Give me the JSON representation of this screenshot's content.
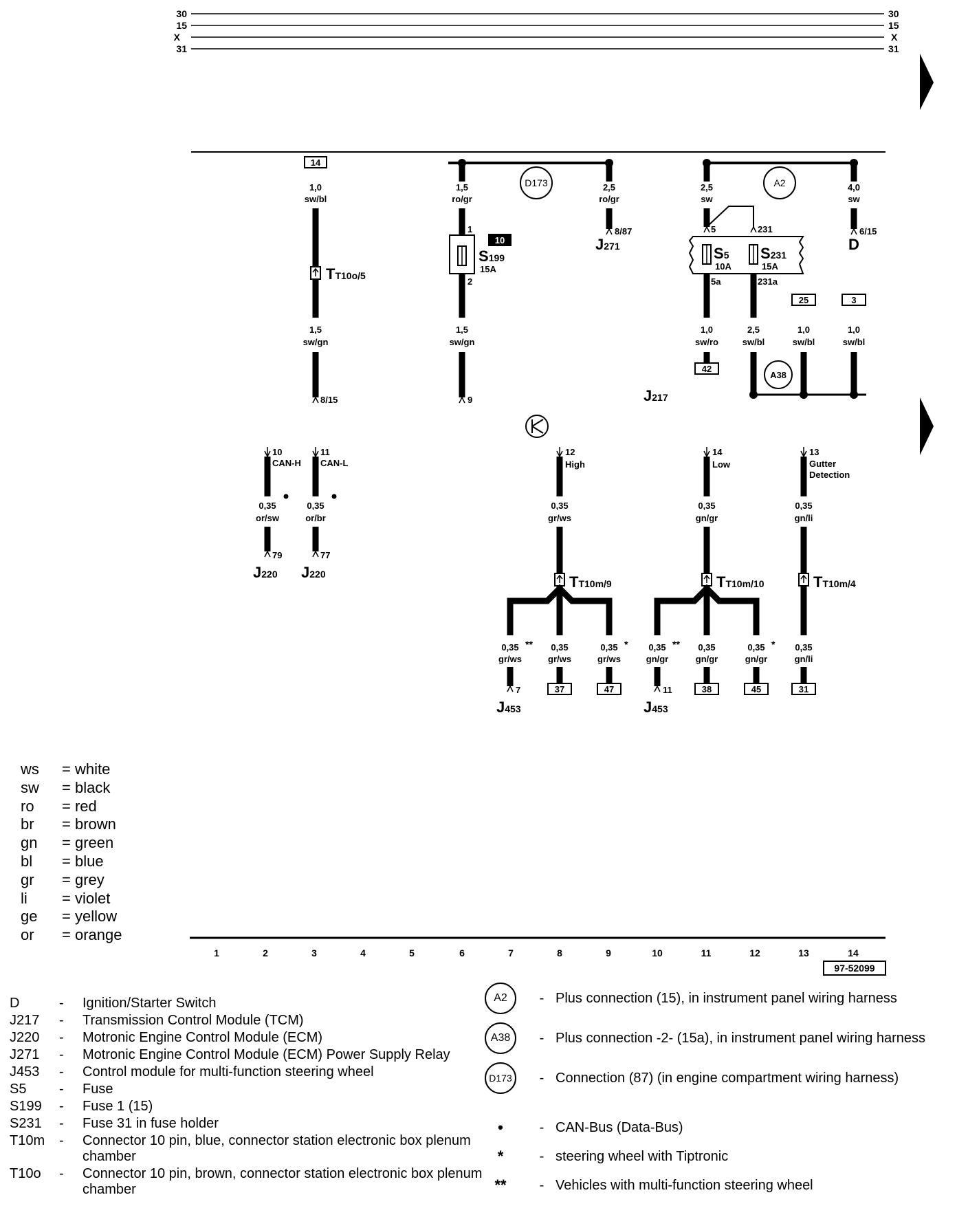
{
  "bus": {
    "lines": [
      "30",
      "15",
      "X",
      "31"
    ]
  },
  "wires": {
    "w14": {
      "term": "14",
      "size1": "1,0",
      "color1": "sw/bl",
      "conn": "T10o/5",
      "size2": "1,5",
      "color2": "sw/gn",
      "end": "8/15"
    },
    "d173": {
      "node": "D173",
      "left_size": "1,5",
      "left_color": "ro/gr",
      "right_size": "2,5",
      "right_color": "ro/gr",
      "right_pin": "8/87",
      "right_comp": "J271"
    },
    "fuse_s199": {
      "badge": "10",
      "name": "S199",
      "rating": "15A",
      "pin_in": "1",
      "pin_out": "2",
      "size": "1,5",
      "color": "sw/gn",
      "end": "9"
    },
    "a2": {
      "node": "A2",
      "left_size": "2,5",
      "left_color": "sw",
      "right_size": "4,0",
      "right_color": "sw",
      "right_pin": "6/15",
      "right_comp": "D"
    },
    "fuse_s5": {
      "name": "S5",
      "rating": "10A",
      "pin_in": "5",
      "pin_out": "5a",
      "size": "1,0",
      "color": "sw/ro",
      "term": "42"
    },
    "fuse_s231": {
      "name": "S231",
      "rating": "15A",
      "pin_in": "231",
      "pin_out": "231a",
      "size": "2,5",
      "color": "sw/bl"
    },
    "t25": {
      "term": "25",
      "size": "1,0",
      "color": "sw/bl"
    },
    "t3": {
      "term": "3",
      "size": "1,0",
      "color": "sw/bl"
    },
    "a38": {
      "node": "A38"
    },
    "j217": {
      "name": "J217"
    }
  },
  "lower": {
    "can_h": {
      "pin": "10",
      "label": "CAN-H",
      "size": "0,35",
      "color": "or/sw",
      "end": "79",
      "comp": "J220"
    },
    "can_l": {
      "pin": "11",
      "label": "CAN-L",
      "size": "0,35",
      "color": "or/br",
      "end": "77",
      "comp": "J220"
    },
    "high": {
      "pin": "12",
      "label": "High",
      "size": "0,35",
      "color": "gr/ws",
      "conn": "T10m/9",
      "b1": {
        "size": "0,35",
        "mark": "**",
        "color": "gr/ws",
        "end": "7",
        "comp": "J453"
      },
      "b2": {
        "size": "0,35",
        "color": "gr/ws",
        "term": "37"
      },
      "b3": {
        "size": "0,35",
        "mark": "*",
        "color": "gr/ws",
        "term": "47"
      }
    },
    "low": {
      "pin": "14",
      "label": "Low",
      "size": "0,35",
      "color": "gn/gr",
      "conn": "T10m/10",
      "b1": {
        "size": "0,35",
        "mark": "**",
        "color": "gn/gr",
        "end": "11",
        "comp": "J453"
      },
      "b2": {
        "size": "0,35",
        "color": "gn/gr",
        "term": "38"
      },
      "b3": {
        "size": "0,35",
        "mark": "*",
        "color": "gn/gr",
        "term": "45"
      }
    },
    "gutter": {
      "pin": "13",
      "label1": "Gutter",
      "label2": "Detection",
      "size": "0,35",
      "color": "gn/li",
      "conn": "T10m/4",
      "size2": "0,35",
      "color2": "gn/li",
      "term": "31"
    }
  },
  "scale": {
    "numbers": [
      "1",
      "2",
      "3",
      "4",
      "5",
      "6",
      "7",
      "8",
      "9",
      "10",
      "11",
      "12",
      "13",
      "14"
    ],
    "ref": "97-52099"
  },
  "color_legend": [
    {
      "code": "ws",
      "name": "= white"
    },
    {
      "code": "sw",
      "name": "= black"
    },
    {
      "code": "ro",
      "name": "= red"
    },
    {
      "code": "br",
      "name": "= brown"
    },
    {
      "code": "gn",
      "name": "= green"
    },
    {
      "code": "bl",
      "name": "= blue"
    },
    {
      "code": "gr",
      "name": "= grey"
    },
    {
      "code": "li",
      "name": "= violet"
    },
    {
      "code": "ge",
      "name": "= yellow"
    },
    {
      "code": "or",
      "name": "= orange"
    }
  ],
  "components": [
    {
      "code": "D",
      "dash": "-",
      "desc": "Ignition/Starter Switch"
    },
    {
      "code": "J217",
      "dash": "-",
      "desc": "Transmission Control Module (TCM)"
    },
    {
      "code": "J220",
      "dash": "-",
      "desc": "Motronic Engine Control Module (ECM)"
    },
    {
      "code": "J271",
      "dash": "-",
      "desc": "Motronic Engine Control Module (ECM) Power Supply Relay"
    },
    {
      "code": "J453",
      "dash": "-",
      "desc": "Control module for multi-function steering wheel"
    },
    {
      "code": "S5",
      "dash": "-",
      "desc": "Fuse"
    },
    {
      "code": "S199",
      "dash": "-",
      "desc": "Fuse 1 (15)"
    },
    {
      "code": "S231",
      "dash": "-",
      "desc": "Fuse 31 in fuse holder"
    },
    {
      "code": "T10m",
      "dash": "-",
      "desc": "Connector 10 pin, blue, connector station electronic box plenum chamber"
    },
    {
      "code": "T10o",
      "dash": "-",
      "desc": "Connector 10 pin, brown, connector station electronic box plenum chamber"
    }
  ],
  "connections": [
    {
      "symbol": "A2",
      "dash": "-",
      "desc": "Plus connection (15), in instrument panel wiring harness"
    },
    {
      "symbol": "A38",
      "dash": "-",
      "desc": "Plus connection -2- (15a), in instrument panel wiring harness"
    },
    {
      "symbol": "D173",
      "dash": "-",
      "desc": "Connection (87) (in engine compartment wiring harness)"
    }
  ],
  "marks": [
    {
      "symbol": "•",
      "dash": "-",
      "desc": "CAN-Bus (Data-Bus)"
    },
    {
      "symbol": "*",
      "dash": "-",
      "desc": "steering wheel with Tiptronic"
    },
    {
      "symbol": "**",
      "dash": "-",
      "desc": "Vehicles with multi-function steering wheel"
    }
  ]
}
